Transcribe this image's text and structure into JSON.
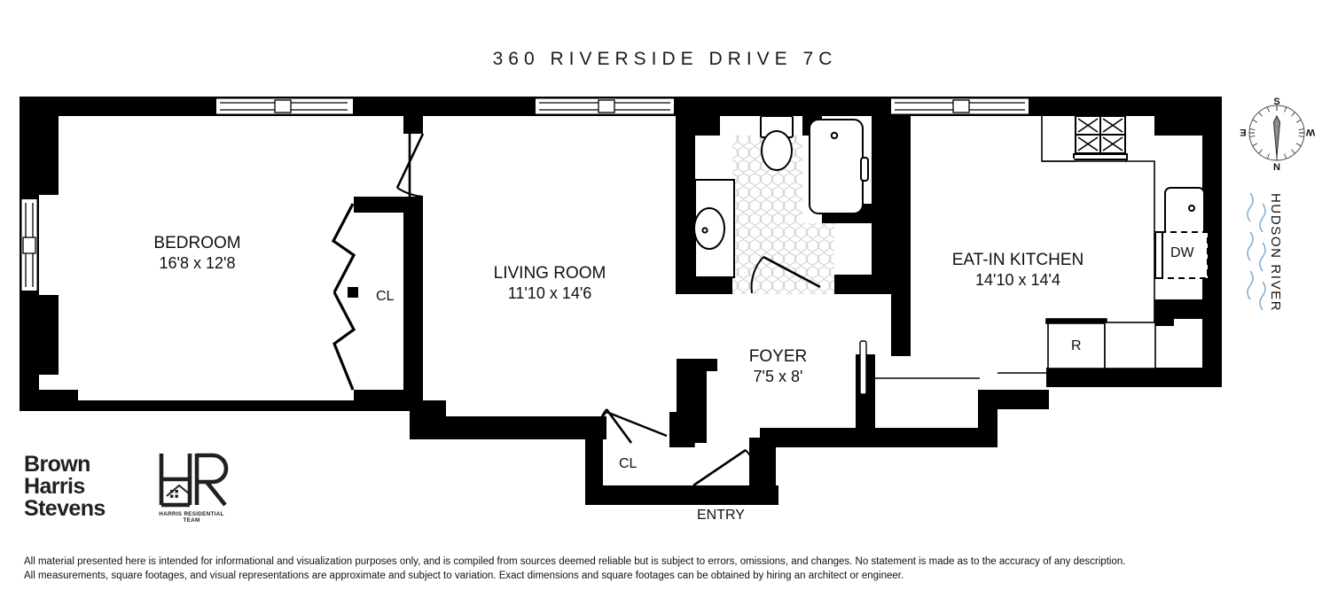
{
  "title": "360 RIVERSIDE DRIVE 7C",
  "rooms": [
    {
      "name": "BEDROOM",
      "dimensions": "16'8 x 12'8"
    },
    {
      "name": "LIVING ROOM",
      "dimensions": "11'10 x 14'6"
    },
    {
      "name": "EAT-IN KITCHEN",
      "dimensions": "14'10 x 14'4"
    },
    {
      "name": "FOYER",
      "dimensions": "7'5 x 8'"
    }
  ],
  "closets": [
    {
      "label": "CL",
      "location": "bedroom"
    },
    {
      "label": "CL",
      "location": "foyer"
    }
  ],
  "appliances": [
    {
      "label": "DW",
      "name": "dishwasher"
    },
    {
      "label": "R",
      "name": "refrigerator"
    }
  ],
  "entry": {
    "label": "ENTRY"
  },
  "compass": {
    "north": "N",
    "south": "S",
    "east": "E",
    "west": "W"
  },
  "landmark": {
    "label": "HUDSON RIVER",
    "water_color": "#7fb3dc"
  },
  "brand": {
    "line1": "Brown",
    "line2": "Harris",
    "line3": "Stevens",
    "partner_mark": "HR",
    "partner_caption": "HARRIS RESIDENTIAL TEAM"
  },
  "disclaimer": {
    "line1": "All material presented here is intended for informational and visualization purposes only, and is compiled from sources deemed reliable but is subject to errors, omissions, and changes. No statement is made as to the accuracy of any description.",
    "line2": "All measurements, square footages, and visual representations are approximate and subject to variation. Exact dimensions and square footages can be obtained by hiring an architect or engineer."
  },
  "colors": {
    "wall": "#000000",
    "background": "#ffffff",
    "text": "#111111"
  }
}
